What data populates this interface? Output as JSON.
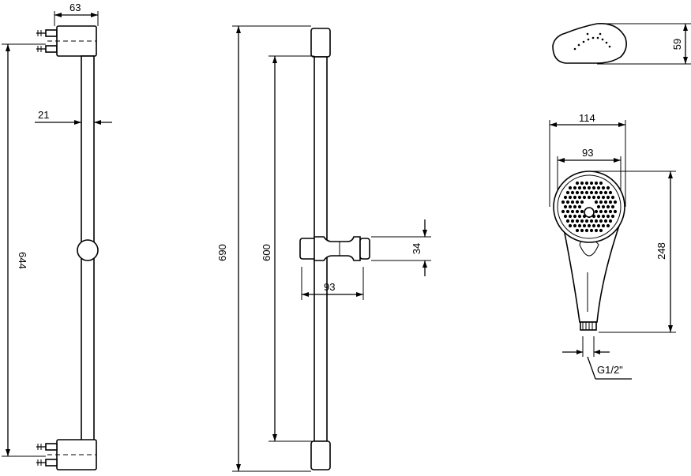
{
  "dimensions": {
    "bracket_depth": "63",
    "rail_diameter": "21",
    "bracket_spacing": "644",
    "overall_length": "690",
    "slider_travel": "600",
    "slider_height": "34",
    "slider_projection": "93",
    "head_depth": "59",
    "head_width_outer": "114",
    "head_width_face": "93",
    "handshower_length": "248",
    "thread": "G1/2\""
  }
}
